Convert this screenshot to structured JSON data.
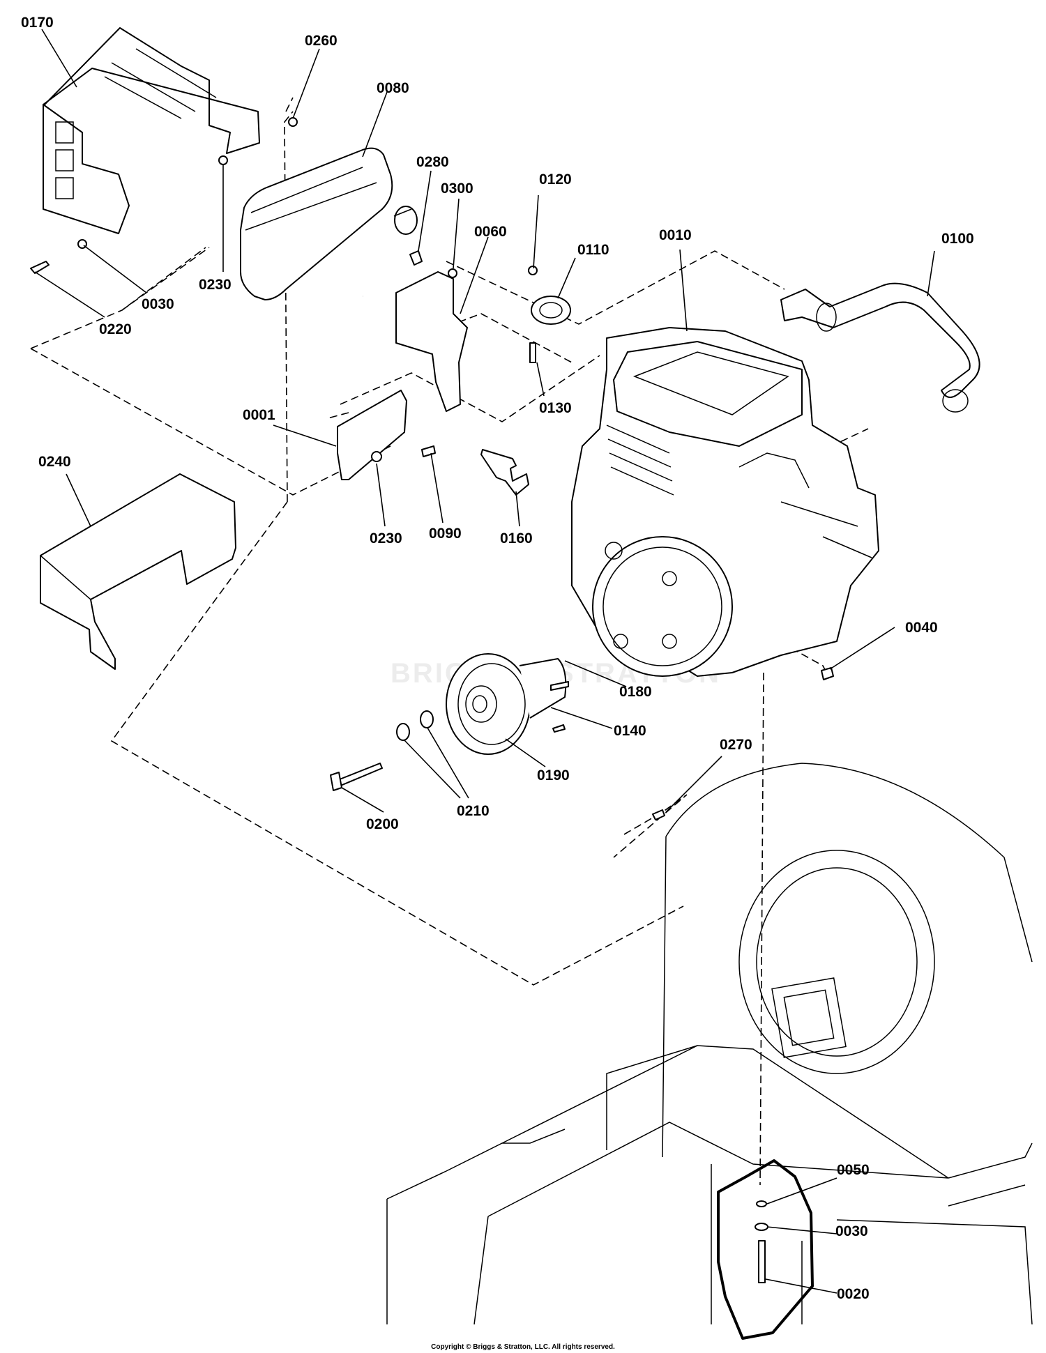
{
  "callouts": [
    {
      "id": "c0170",
      "text": "0170"
    },
    {
      "id": "c0260",
      "text": "0260"
    },
    {
      "id": "c0080",
      "text": "0080"
    },
    {
      "id": "c0280",
      "text": "0280"
    },
    {
      "id": "c0300",
      "text": "0300"
    },
    {
      "id": "c0120",
      "text": "0120"
    },
    {
      "id": "c0060",
      "text": "0060"
    },
    {
      "id": "c0110",
      "text": "0110"
    },
    {
      "id": "c0010",
      "text": "0010"
    },
    {
      "id": "c0100",
      "text": "0100"
    },
    {
      "id": "c0230a",
      "text": "0230"
    },
    {
      "id": "c0030a",
      "text": "0030"
    },
    {
      "id": "c0220",
      "text": "0220"
    },
    {
      "id": "c0130",
      "text": "0130"
    },
    {
      "id": "c0001",
      "text": "0001"
    },
    {
      "id": "c0240",
      "text": "0240"
    },
    {
      "id": "c0230b",
      "text": "0230"
    },
    {
      "id": "c0090",
      "text": "0090"
    },
    {
      "id": "c0160",
      "text": "0160"
    },
    {
      "id": "c0040",
      "text": "0040"
    },
    {
      "id": "c0180",
      "text": "0180"
    },
    {
      "id": "c0140",
      "text": "0140"
    },
    {
      "id": "c0190",
      "text": "0190"
    },
    {
      "id": "c0270",
      "text": "0270"
    },
    {
      "id": "c0200",
      "text": "0200"
    },
    {
      "id": "c0210",
      "text": "0210"
    },
    {
      "id": "c0050",
      "text": "0050"
    },
    {
      "id": "c0030b",
      "text": "0030"
    },
    {
      "id": "c0020",
      "text": "0020"
    }
  ],
  "watermark": "BRIGGS & STRATTON",
  "copyright": "Copyright © Briggs & Stratton, LLC. All rights reserved."
}
